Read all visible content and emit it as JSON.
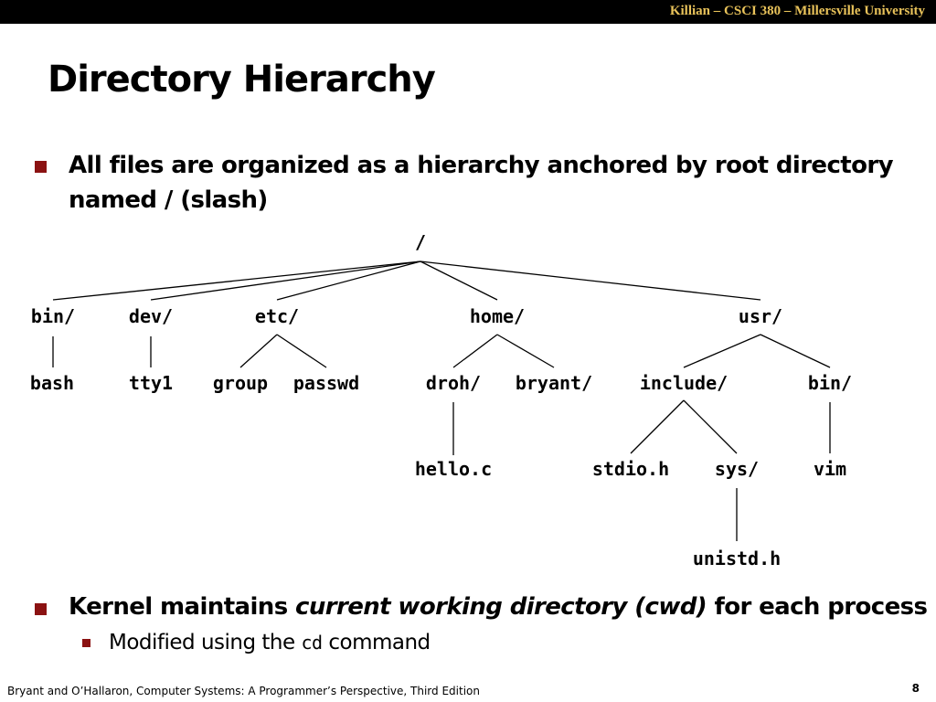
{
  "header": {
    "text": "Killian – CSCI 380 – Millersville University"
  },
  "title": "Directory Hierarchy",
  "bullets": [
    {
      "text": "All files are organized as a hierarchy anchored by root directory named / (slash)"
    },
    {
      "text_before": "Kernel maintains ",
      "text_italic": "current working directory (cwd)",
      "text_after": " for each process"
    }
  ],
  "sub_bullet": {
    "text_before": "Modified using the ",
    "code": "cd",
    "text_after": " command"
  },
  "tree": {
    "root": "/",
    "nodes": {
      "bin": "bin/",
      "dev": "dev/",
      "etc": "etc/",
      "home": "home/",
      "usr": "usr/",
      "bash": "bash",
      "tty1": "tty1",
      "group": "group",
      "passwd": "passwd",
      "droh": "droh/",
      "bryant": "bryant/",
      "include": "include/",
      "usrbin": "bin/",
      "hello": "hello.c",
      "stdio": "stdio.h",
      "sys": "sys/",
      "vim": "vim",
      "unistd": "unistd.h"
    }
  },
  "footer": {
    "text": "Bryant and O’Hallaron, Computer Systems: A Programmer’s Perspective, Third Edition",
    "page": "8"
  }
}
